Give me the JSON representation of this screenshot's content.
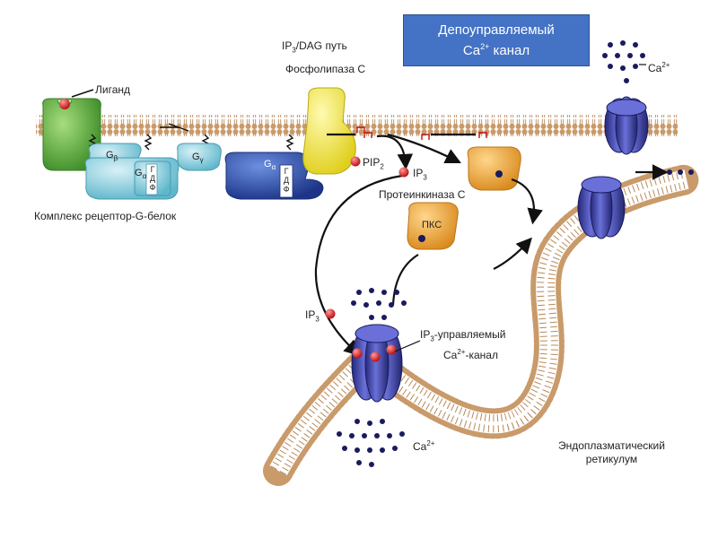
{
  "title_box": {
    "line1": "Депоуправляемый",
    "line2_pre": "Ca",
    "line2_sup": "2+",
    "line2_post": " канал"
  },
  "labels": {
    "ligand": "Лиганд",
    "pathway_pre": "IP",
    "pathway_sub": "3",
    "pathway_post": "/DAG путь",
    "phospholipase": "Фосфолипаза С",
    "ca_top_pre": "Ca",
    "ca_top_sup": "2+",
    "pip2_pre": "PIP",
    "pip2_sub": "2",
    "ip3_top_pre": "IP",
    "ip3_top_sub": "3",
    "protein_kinase": "Протеинкиназа С",
    "complex": "Комплекс рецептор-G-белок",
    "pkc": "ПКС",
    "ip3_left_pre": "IP",
    "ip3_left_sub": "3",
    "ip3_channel_pre": "IP",
    "ip3_channel_sub": "3",
    "ip3_channel_post": "-управляемый",
    "ip3_channel_line2_pre": "Ca",
    "ip3_channel_line2_sup": "2+",
    "ip3_channel_line2_post": "-канал",
    "ca_bottom_pre": "Ca",
    "ca_bottom_sup": "2+",
    "er_line1": "Эндоплазматический",
    "er_line2": "ретикулум"
  },
  "protein_letters": {
    "g_beta": "G",
    "g_beta_sub": "β",
    "g_alpha1": "G",
    "g_alpha1_sub": "α",
    "g_gamma": "G",
    "g_gamma_sub": "γ",
    "g_alpha2": "G",
    "g_alpha2_sub": "α",
    "gdp": [
      "Г",
      "Д",
      "Ф"
    ],
    "gtp": [
      "Г",
      "Д",
      "Ф"
    ]
  },
  "colors": {
    "membrane": "#c99a6a",
    "membrane_dark": "#a8784a",
    "receptor": "#5fae3a",
    "g_protein_light": "#8ed0df",
    "g_protein_dark": "#2e4fa8",
    "phospholipase": "#f2e640",
    "pkc": "#eba53a",
    "channel": "#3b3f9e",
    "ip3": "#d62020",
    "calcium": "#1a1a5e",
    "title_bg": "#4472c4"
  }
}
